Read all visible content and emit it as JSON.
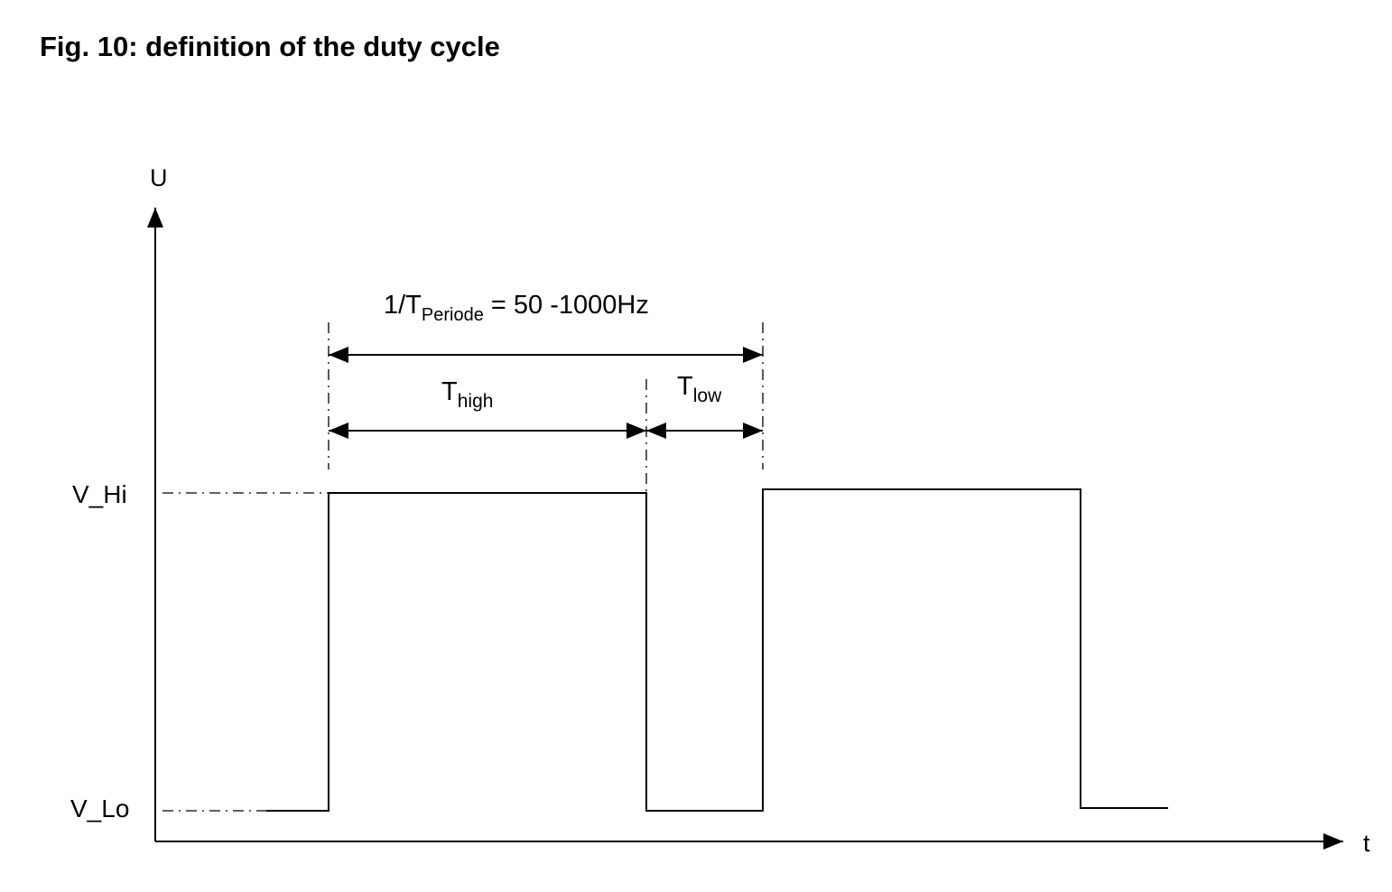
{
  "title": "Fig. 10: definition of the duty cycle",
  "axes": {
    "y_label": "U",
    "x_label": "t"
  },
  "levels": {
    "high": "V_Hi",
    "low": "V_Lo"
  },
  "period": {
    "prefix": "1/T",
    "subscript": "Periode",
    "suffix": " = 50 -1000Hz"
  },
  "t_high": {
    "main": "T",
    "subscript": "high"
  },
  "t_low": {
    "main": "T",
    "subscript": "low"
  }
}
